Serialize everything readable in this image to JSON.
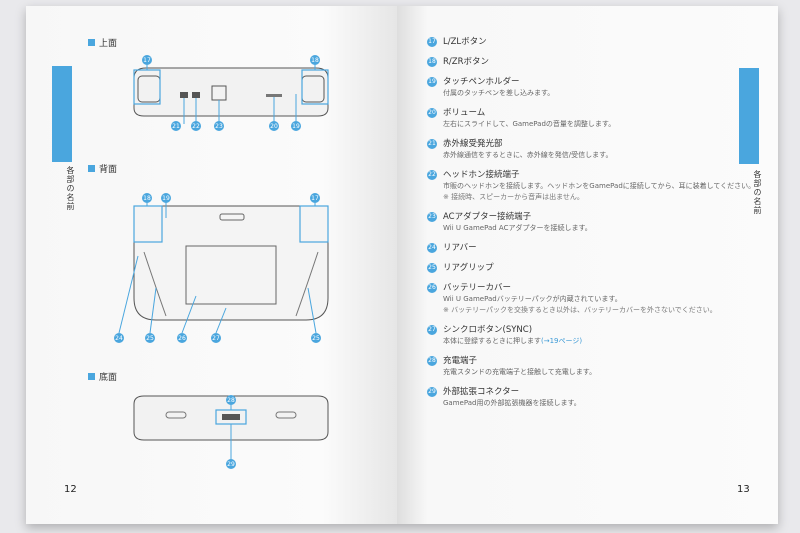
{
  "left_page": {
    "page_number": "12",
    "side_label": "各部の名前",
    "sections": [
      {
        "title": "上面",
        "callouts": [
          "17",
          "18",
          "21",
          "22",
          "23",
          "20",
          "19"
        ]
      },
      {
        "title": "背面",
        "callouts": [
          "18",
          "19",
          "17",
          "24",
          "25",
          "26",
          "27",
          "25"
        ]
      },
      {
        "title": "底面",
        "callouts": [
          "28",
          "29"
        ]
      }
    ]
  },
  "right_page": {
    "page_number": "13",
    "side_label": "各部の名前",
    "items": [
      {
        "num": "17",
        "title": "L/ZLボタン",
        "desc": "",
        "note": ""
      },
      {
        "num": "18",
        "title": "R/ZRボタン",
        "desc": "",
        "note": ""
      },
      {
        "num": "19",
        "title": "タッチペンホルダー",
        "desc": "付属のタッチペンを差し込みます。",
        "note": ""
      },
      {
        "num": "20",
        "title": "ボリューム",
        "desc": "左右にスライドして、GamePadの音量を調整します。",
        "note": ""
      },
      {
        "num": "21",
        "title": "赤外線受発光部",
        "desc": "赤外線通信をするときに、赤外線を発信/受信します。",
        "note": ""
      },
      {
        "num": "22",
        "title": "ヘッドホン接続端子",
        "desc": "市販のヘッドホンを接続します。ヘッドホンをGamePadに接続してから、耳に装着してください。",
        "note": "※ 接続時、スピーカーから音声は出ません。"
      },
      {
        "num": "23",
        "title": "ACアダプター接続端子",
        "desc": "Wii U GamePad ACアダプターを接続します。",
        "note": ""
      },
      {
        "num": "24",
        "title": "リアバー",
        "desc": "",
        "note": ""
      },
      {
        "num": "25",
        "title": "リアグリップ",
        "desc": "",
        "note": ""
      },
      {
        "num": "26",
        "title": "バッテリーカバー",
        "desc": "Wii U GamePadバッテリーパックが内蔵されています。",
        "note": "※ バッテリーパックを交換するとき以外は、バッテリーカバーを外さないでください。"
      },
      {
        "num": "27",
        "title": "シンクロボタン(SYNC)",
        "desc": "本体に登録するときに押します",
        "link": "(→19ページ)",
        "note": ""
      },
      {
        "num": "28",
        "title": "充電端子",
        "desc": "充電スタンドの充電端子と接触して充電します。",
        "note": ""
      },
      {
        "num": "29",
        "title": "外部拡張コネクター",
        "desc": "GamePad用の外部拡張機器を接続します。",
        "note": ""
      }
    ]
  }
}
